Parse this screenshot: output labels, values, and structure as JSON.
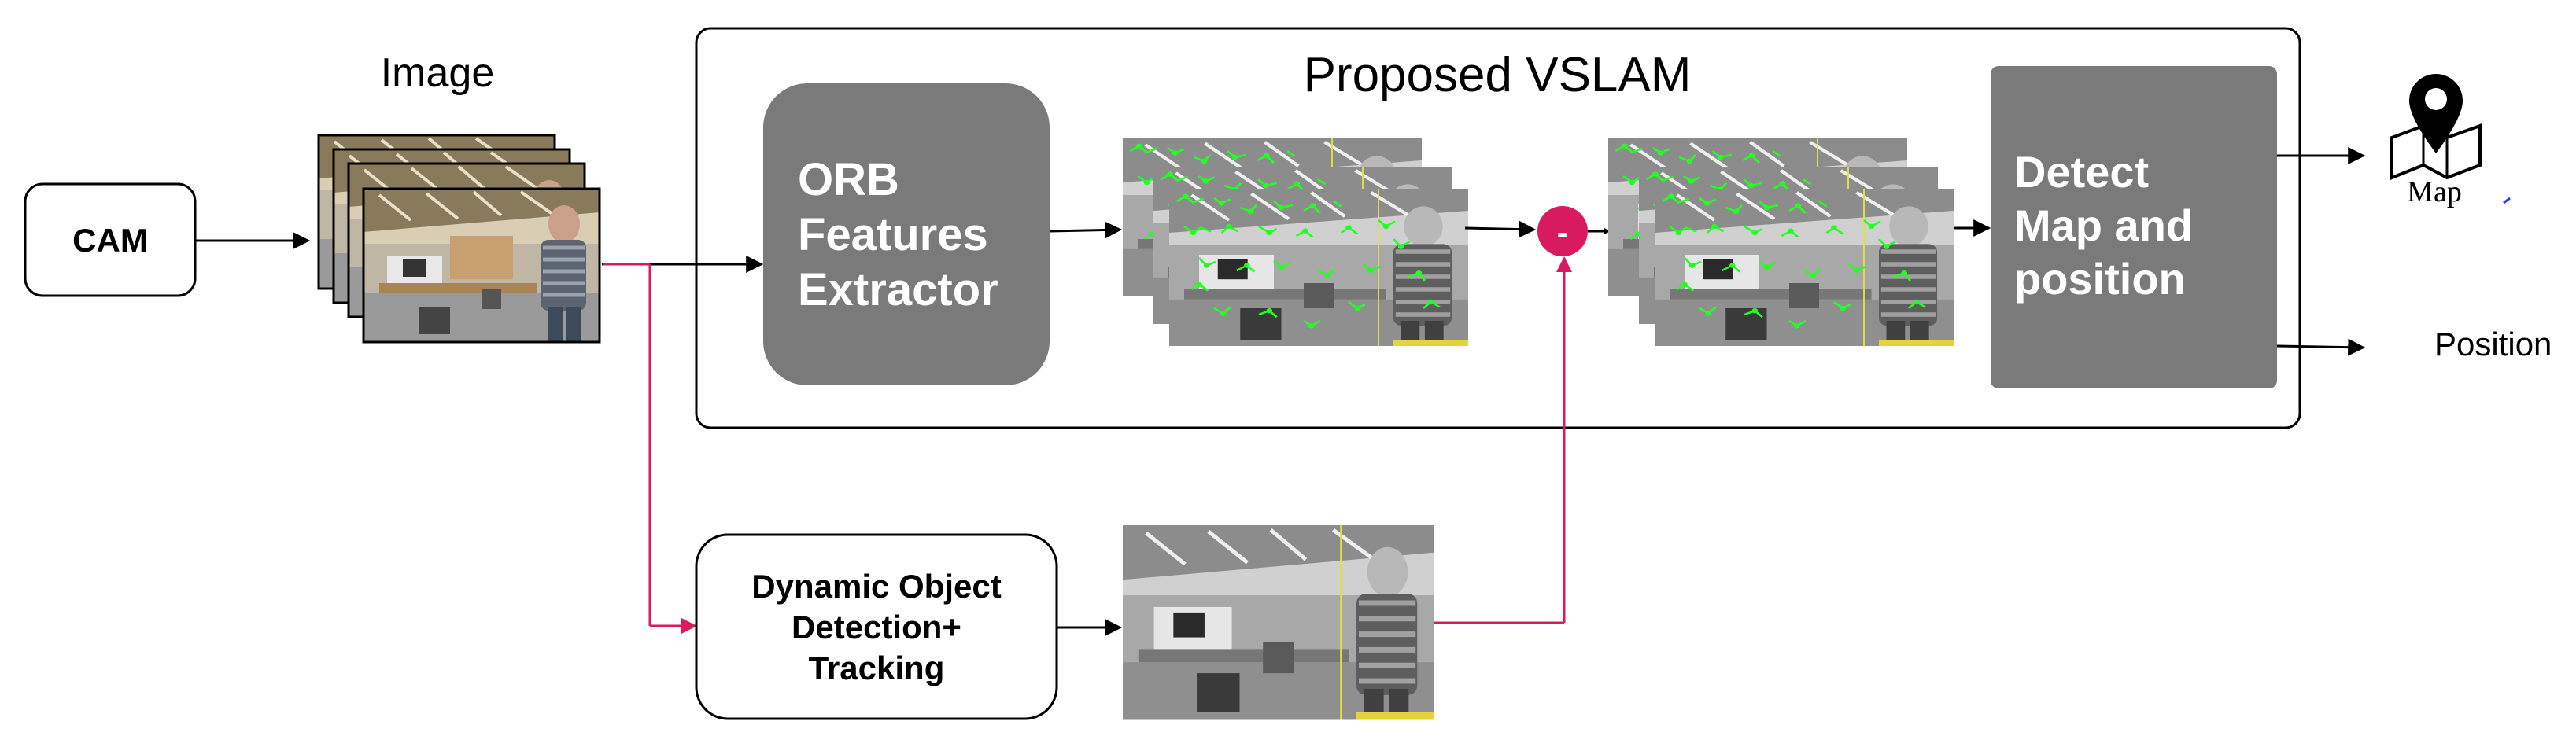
{
  "inputs": {
    "cam_label": "CAM",
    "image_label": "Image"
  },
  "vslam": {
    "title": "Proposed VSLAM",
    "orb_lines": [
      "ORB",
      "Features",
      "Extractor"
    ],
    "subtract_symbol": "-",
    "detect_lines": [
      "Detect",
      "Map and",
      "position"
    ]
  },
  "dynamic": {
    "lines": [
      "Dynamic Object",
      "Detection+",
      "Tracking"
    ]
  },
  "outputs": {
    "map_label": "Map",
    "position_label": "Position"
  },
  "colors": {
    "dark_box": "#7a7a7a",
    "pink_flow": "#d81b60",
    "feature_green": "#22ff22",
    "frame_border": "#000000"
  }
}
